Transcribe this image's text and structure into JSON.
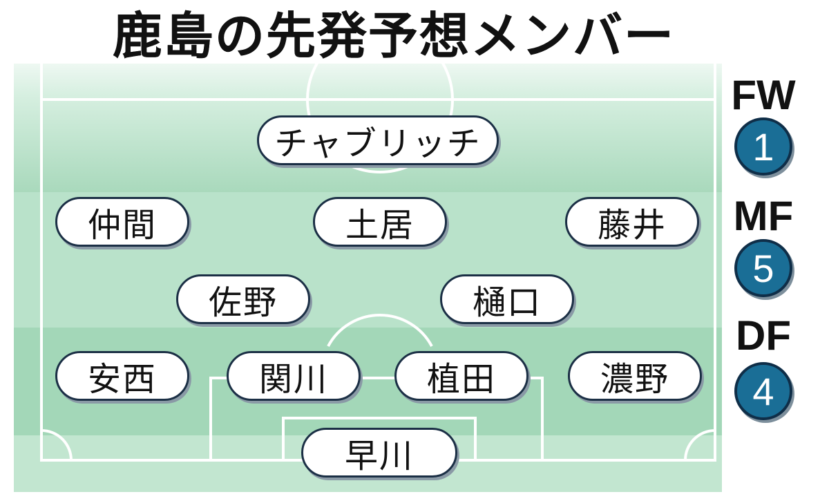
{
  "title": "鹿島の先発予想メンバー",
  "players": {
    "fw": [
      "チャブリッチ"
    ],
    "mf_top": [
      "仲間",
      "土居",
      "藤井"
    ],
    "mf_bottom": [
      "佐野",
      "樋口"
    ],
    "df": [
      "安西",
      "関川",
      "植田",
      "濃野"
    ],
    "gk": [
      "早川"
    ]
  },
  "formation": [
    {
      "label": "FW",
      "count": "1"
    },
    {
      "label": "MF",
      "count": "5"
    },
    {
      "label": "DF",
      "count": "4"
    }
  ],
  "colors": {
    "badge": "#1a6e96",
    "pitch": "#b8e0c8",
    "lines": "#ffffff"
  }
}
